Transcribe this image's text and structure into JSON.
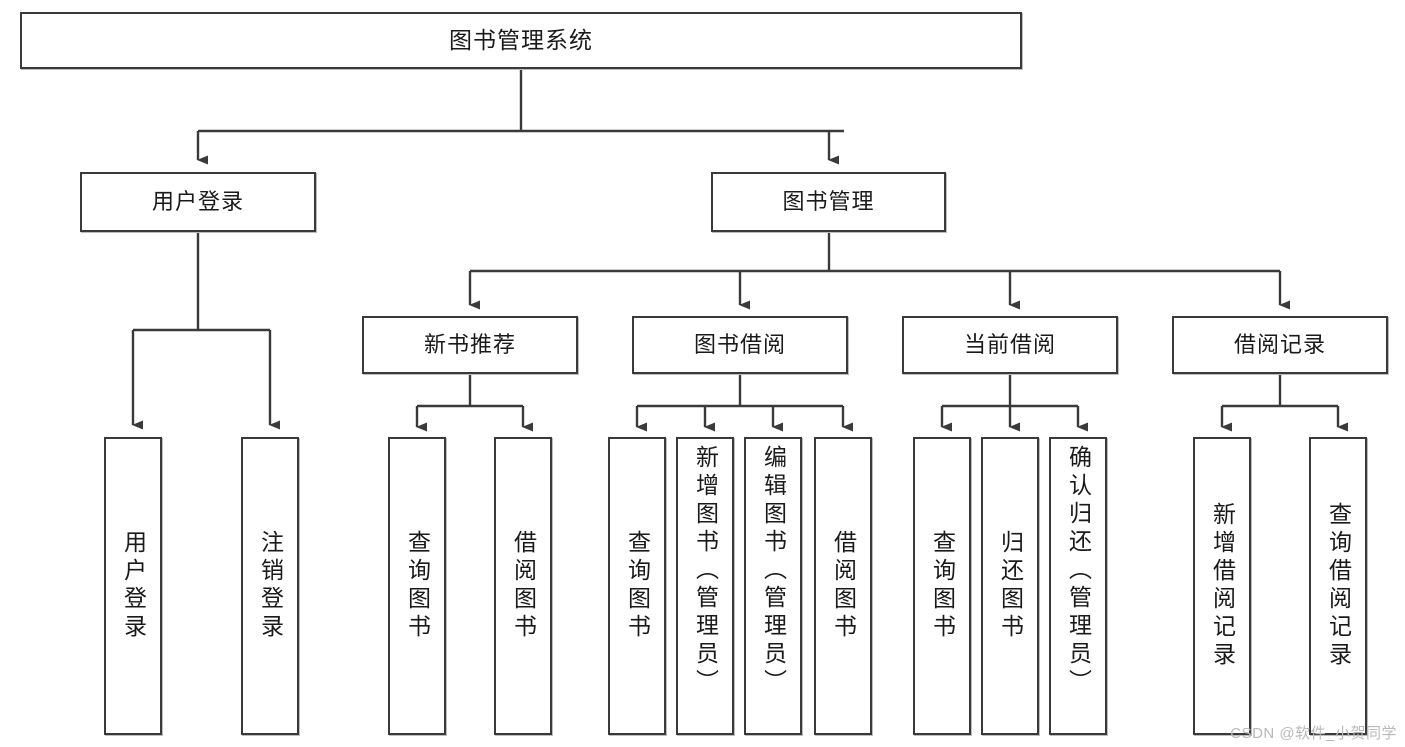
{
  "diagram": {
    "type": "tree",
    "title": "图书管理系统",
    "watermark": "CSDN @软件_小贺同学",
    "colors": {
      "border": "#3a3a3a",
      "background": "#ffffff",
      "text": "#1a1a1a",
      "watermark": "#b9b9b9"
    },
    "root": {
      "label": "图书管理系统"
    },
    "level2": [
      {
        "id": "user-login",
        "label": "用户登录"
      },
      {
        "id": "book-manage",
        "label": "图书管理"
      }
    ],
    "level3": [
      {
        "id": "new-book-rec",
        "label": "新书推荐",
        "parent": "book-manage"
      },
      {
        "id": "book-borrow",
        "label": "图书借阅",
        "parent": "book-manage"
      },
      {
        "id": "current-borrow",
        "label": "当前借阅",
        "parent": "book-manage"
      },
      {
        "id": "borrow-record",
        "label": "借阅记录",
        "parent": "book-manage"
      }
    ],
    "leaves": [
      {
        "id": "leaf-user-login",
        "label": "用户登录",
        "parent": "user-login"
      },
      {
        "id": "leaf-logout",
        "label": "注销登录",
        "parent": "user-login"
      },
      {
        "id": "leaf-query-book-1",
        "label": "查询图书",
        "parent": "new-book-rec"
      },
      {
        "id": "leaf-borrow-book-1",
        "label": "借阅图书",
        "parent": "new-book-rec"
      },
      {
        "id": "leaf-query-book-2",
        "label": "查询图书",
        "parent": "book-borrow"
      },
      {
        "id": "leaf-add-book",
        "label": "新增图书（管理员）",
        "parent": "book-borrow"
      },
      {
        "id": "leaf-edit-book",
        "label": "编辑图书（管理员）",
        "parent": "book-borrow"
      },
      {
        "id": "leaf-borrow-book-2",
        "label": "借阅图书",
        "parent": "book-borrow"
      },
      {
        "id": "leaf-query-book-3",
        "label": "查询图书",
        "parent": "current-borrow"
      },
      {
        "id": "leaf-return-book",
        "label": "归还图书",
        "parent": "current-borrow"
      },
      {
        "id": "leaf-confirm-return",
        "label": "确认归还（管理员）",
        "parent": "current-borrow"
      },
      {
        "id": "leaf-add-record",
        "label": "新增借阅记录",
        "parent": "borrow-record"
      },
      {
        "id": "leaf-query-record",
        "label": "查询借阅记录",
        "parent": "borrow-record"
      }
    ]
  }
}
